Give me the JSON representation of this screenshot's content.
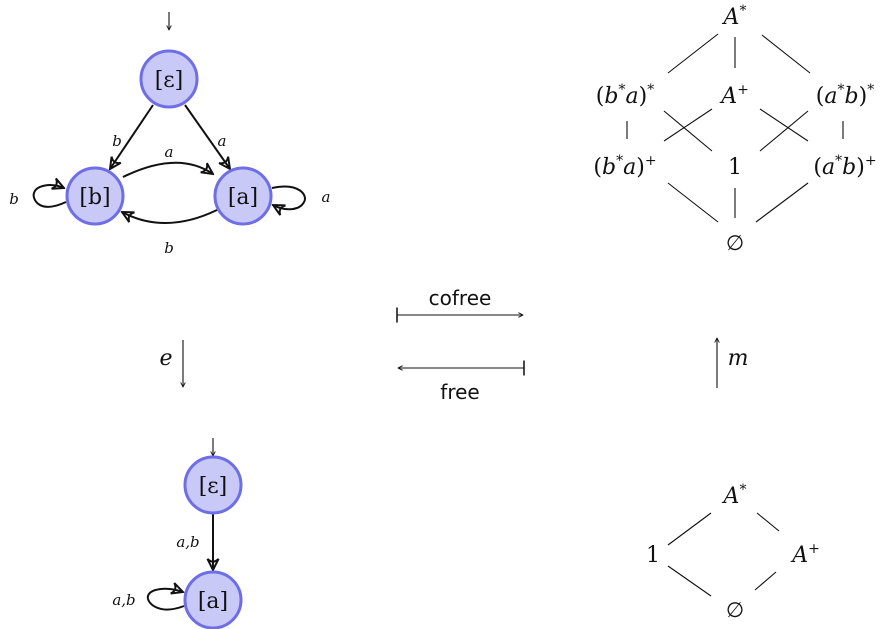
{
  "automaton_top": {
    "states": [
      "[ε]",
      "[b]",
      "[a]"
    ],
    "edge_labels": {
      "eps_to_b": "b",
      "eps_to_a": "a",
      "b_to_a": "a",
      "a_to_b": "b",
      "loop_b": "b",
      "loop_a": "a"
    }
  },
  "automaton_bottom": {
    "states": [
      "[ε]",
      "[a]"
    ],
    "edge_labels": {
      "eps_to_a": "a,b",
      "loop_a": "a,b"
    }
  },
  "lattice_top": {
    "nodes": {
      "top": "A*",
      "left_upper": "(b*a)*",
      "mid_upper": "A+",
      "right_upper": "(a*b)*",
      "left_lower": "(b*a)+",
      "mid_lower": "1",
      "right_lower": "(a*b)+",
      "bottom": "∅"
    }
  },
  "lattice_bottom": {
    "nodes": {
      "top": "A*",
      "left": "1",
      "right": "A+",
      "bottom": "∅"
    }
  },
  "maps": {
    "cofree": "cofree",
    "free": "free",
    "e": "e",
    "m": "m"
  },
  "colors": {
    "state_fill": "#c9c9f7",
    "state_stroke": "#6e6ee6"
  }
}
